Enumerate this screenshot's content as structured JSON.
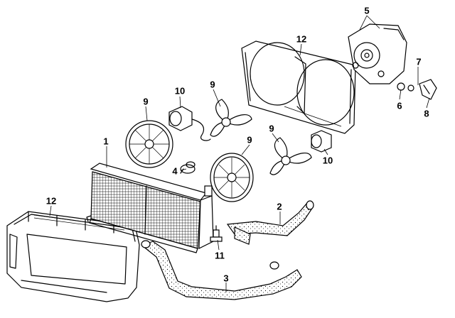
{
  "callouts": [
    {
      "id": "c1",
      "text": "1"
    },
    {
      "id": "c2",
      "text": "2"
    },
    {
      "id": "c3",
      "text": "3"
    },
    {
      "id": "c4",
      "text": "4"
    },
    {
      "id": "c5",
      "text": "5"
    },
    {
      "id": "c6",
      "text": "6"
    },
    {
      "id": "c7",
      "text": "7"
    },
    {
      "id": "c8",
      "text": "8"
    },
    {
      "id": "c9a",
      "text": "9"
    },
    {
      "id": "c9b",
      "text": "9"
    },
    {
      "id": "c9c",
      "text": "9"
    },
    {
      "id": "c9d",
      "text": "9"
    },
    {
      "id": "c10a",
      "text": "10"
    },
    {
      "id": "c10b",
      "text": "10"
    },
    {
      "id": "c11",
      "text": "11"
    },
    {
      "id": "c12a",
      "text": "12"
    },
    {
      "id": "c12b",
      "text": "12"
    }
  ]
}
